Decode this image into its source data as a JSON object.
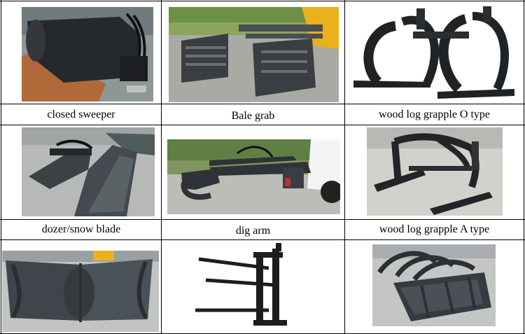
{
  "table": {
    "rows": [
      {
        "captions": [
          "closed sweeper",
          "Bale grab",
          "wood log grapple O type"
        ]
      },
      {
        "captions": [
          "dozer/snow blade",
          "dig arm",
          "wood log grapple A type"
        ]
      }
    ]
  },
  "images": [
    {
      "icon": "closed-sweeper-photo"
    },
    {
      "icon": "bale-grab-photo"
    },
    {
      "icon": "wood-log-grapple-o-photo"
    },
    {
      "icon": "dozer-snow-blade-photo"
    },
    {
      "icon": "dig-arm-photo"
    },
    {
      "icon": "wood-log-grapple-a-photo"
    },
    {
      "icon": "bucket-blade-photo"
    },
    {
      "icon": "pallet-fork-photo"
    },
    {
      "icon": "grapple-bucket-photo"
    }
  ],
  "colors": {
    "steel": "#3a3d42",
    "steel_dark": "#23262a",
    "ground": "#b9b9b4",
    "grass": "#6e8f48",
    "loader_yellow": "#e9b21c"
  }
}
